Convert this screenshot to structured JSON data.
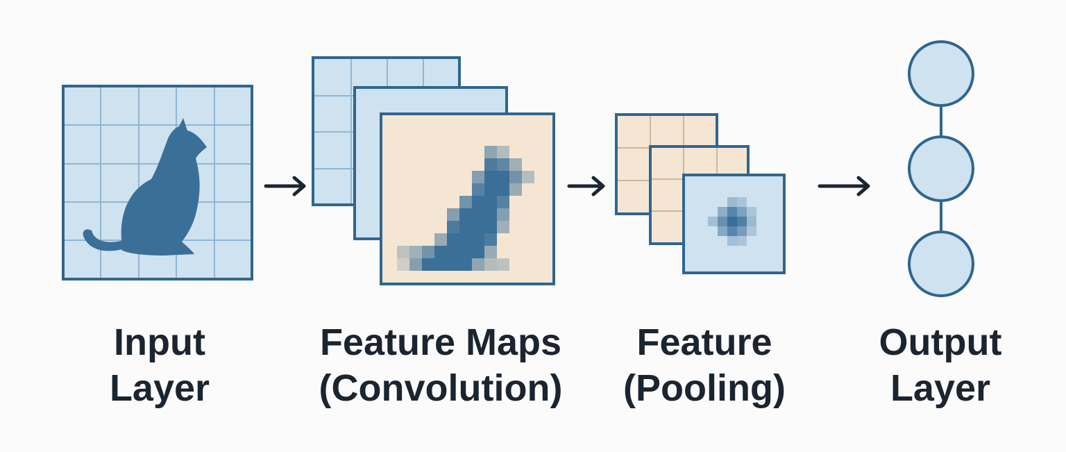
{
  "colors": {
    "background": "#fbfbfb",
    "border": "#2f6690",
    "panel_blue": "#cfe2ef",
    "panel_beige": "#f5e6d3",
    "grid_line": "#8fb6d4",
    "grid_line_beige": "#c9b99f",
    "cat": "#3a6f98",
    "text": "#1b2530",
    "arrow": "#1b2530"
  },
  "icons": {
    "input_image": "cat-silhouette-icon",
    "arrow": "right-arrow-icon",
    "node": "circle-node-icon"
  },
  "stages": [
    {
      "id": "input",
      "line1": "Input",
      "line2": "Layer"
    },
    {
      "id": "conv",
      "line1": "Feature Maps",
      "line2": "(Convolution)"
    },
    {
      "id": "pool",
      "line1": "Feature",
      "line2": "(Pooling)"
    },
    {
      "id": "output",
      "line1": "Output",
      "line2": "Layer"
    }
  ]
}
